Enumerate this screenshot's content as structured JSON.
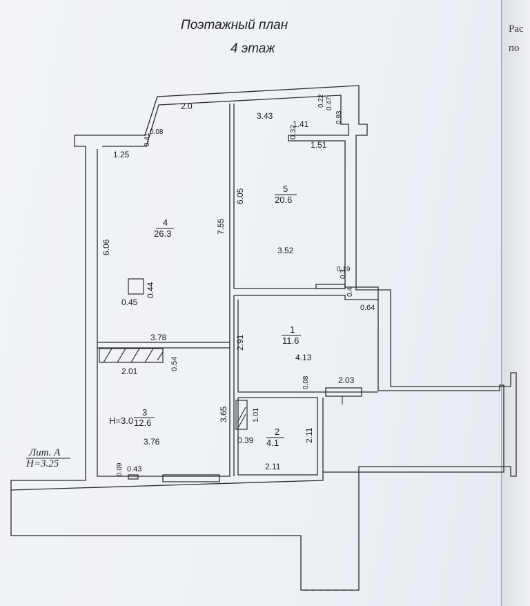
{
  "header": {
    "title": "Поэтажный план",
    "floor": "4 этаж"
  },
  "side_page": {
    "line1": "Рас",
    "line2": "по"
  },
  "litera": {
    "name": "Лит. А",
    "height": "Н=3.25"
  },
  "rooms": [
    {
      "number": "4",
      "area": "26.3"
    },
    {
      "number": "5",
      "area": "20.6"
    },
    {
      "number": "1",
      "area": "11.6"
    },
    {
      "number": "3",
      "area": "12.6",
      "height": "Н=3.0"
    },
    {
      "number": "2",
      "area": "4.1"
    }
  ],
  "dimensions": [
    "2.0",
    "0.08",
    "0.41",
    "1.25",
    "6.06",
    "7.55",
    "3.78",
    "0.45",
    "0.44",
    "3.43",
    "0.22",
    "0.47",
    "0.93",
    "0.32",
    "1.41",
    "1.51",
    "6.05",
    "3.52",
    "0.19",
    "0.3",
    "0.4",
    "0.64",
    "2.91",
    "4.13",
    "0.08",
    "2.03",
    "2.01",
    "0.54",
    "3.65",
    "3.76",
    "0.09",
    "0.43",
    "1.01",
    "0.39",
    "2.11",
    "2.11"
  ]
}
